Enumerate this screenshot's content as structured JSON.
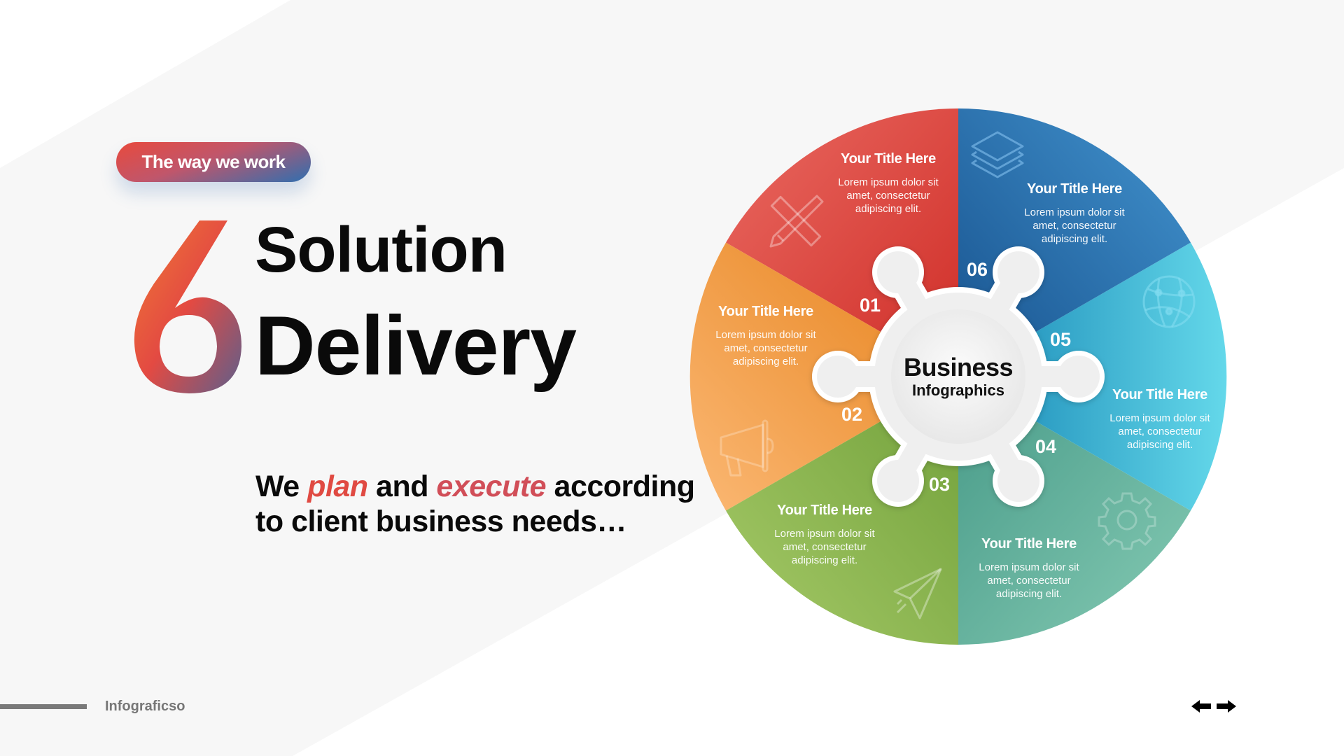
{
  "badge": {
    "label": "The way we work"
  },
  "heading": {
    "number": "6",
    "line1": "Solution",
    "line2": "Delivery"
  },
  "tagline": {
    "part1": "We ",
    "highlight1": "plan",
    "part2": " and ",
    "highlight2": "execute",
    "part3": " according to client business needs…"
  },
  "hub": {
    "title": "Business",
    "subtitle": "Infographics"
  },
  "segments": [
    {
      "number": "01",
      "title": "Your Title Here",
      "body": "Lorem ipsum dolor sit amet, consectetur adipiscing elit.",
      "icon": "pencil-ruler-icon",
      "color_from": "#e9605a",
      "color_to": "#d02f2a"
    },
    {
      "number": "02",
      "title": "Your Title Here",
      "body": "Lorem ipsum dolor sit amet, consectetur adipiscing elit.",
      "icon": "megaphone-icon",
      "color_from": "#f8b36a",
      "color_to": "#e8851c"
    },
    {
      "number": "03",
      "title": "Your Title Here",
      "body": "Lorem ipsum dolor sit amet, consectetur adipiscing elit.",
      "icon": "paper-plane-icon",
      "color_from": "#a3c866",
      "color_to": "#74a03a"
    },
    {
      "number": "04",
      "title": "Your Title Here",
      "body": "Lorem ipsum dolor sit amet, consectetur adipiscing elit.",
      "icon": "gear-icon",
      "color_from": "#80c7b0",
      "color_to": "#4b9e8c"
    },
    {
      "number": "05",
      "title": "Your Title Here",
      "body": "Lorem ipsum dolor sit amet, consectetur adipiscing elit.",
      "icon": "globe-network-icon",
      "color_from": "#5fd4e8",
      "color_to": "#1b93b9"
    },
    {
      "number": "06",
      "title": "Your Title Here",
      "body": "Lorem ipsum dolor sit amet, consectetur adipiscing elit.",
      "icon": "layers-icon",
      "color_from": "#3e8cc8",
      "color_to": "#1a5896"
    }
  ],
  "footer": {
    "brand": "Infograficso"
  },
  "nav": {
    "prev": "previous-slide",
    "next": "next-slide"
  },
  "colors": {
    "background": "#ffffff",
    "band": "#f7f7f7",
    "text_dark": "#0a0a0a",
    "accent_red": "#e04a42",
    "accent_blue": "#2f6fb0"
  }
}
